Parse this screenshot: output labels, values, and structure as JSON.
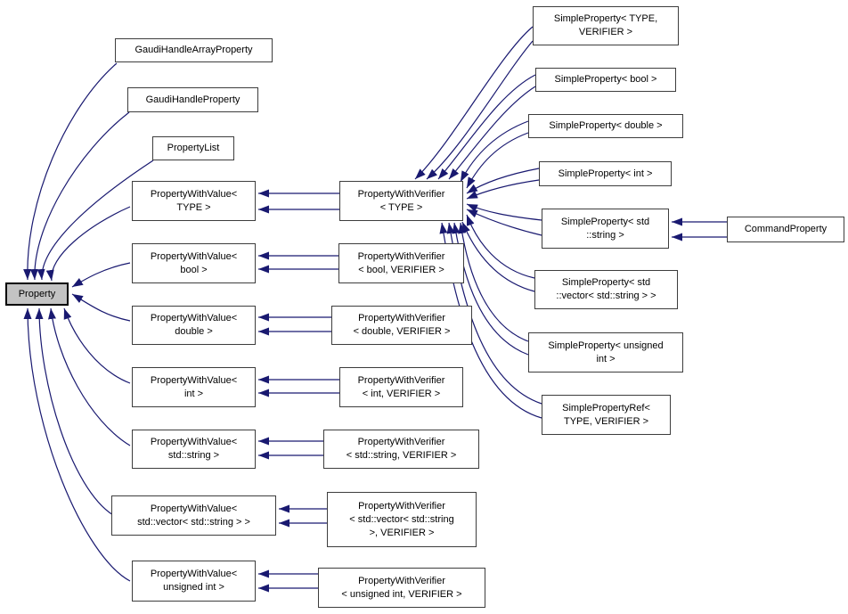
{
  "diagram": {
    "title": "Property class inheritance diagram",
    "edge_color": "#191970",
    "node_border_color": "#3d3d3d",
    "highlight_fill": "#c3c3c3",
    "background": "#ffffff",
    "nodes": {
      "property": {
        "label": "Property"
      },
      "gaudi_handle_array_property": {
        "lines": [
          "GaudiHandleArrayProperty"
        ]
      },
      "gaudi_handle_property": {
        "lines": [
          "GaudiHandleProperty"
        ]
      },
      "property_list": {
        "lines": [
          "PropertyList"
        ]
      },
      "pwv_type": {
        "lines": [
          "PropertyWithValue<",
          "TYPE >"
        ]
      },
      "pwv_bool": {
        "lines": [
          "PropertyWithValue<",
          "bool >"
        ]
      },
      "pwv_double": {
        "lines": [
          "PropertyWithValue<",
          "double >"
        ]
      },
      "pwv_int": {
        "lines": [
          "PropertyWithValue<",
          "int >"
        ]
      },
      "pwv_string": {
        "lines": [
          "PropertyWithValue<",
          "std::string >"
        ]
      },
      "pwv_vector": {
        "lines": [
          "PropertyWithValue<",
          "std::vector< std::string > >"
        ]
      },
      "pwv_uint": {
        "lines": [
          "PropertyWithValue<",
          "unsigned int >"
        ]
      },
      "pwverif_type": {
        "lines": [
          "PropertyWithVerifier",
          "< TYPE >"
        ]
      },
      "pwverif_bool": {
        "lines": [
          "PropertyWithVerifier",
          "< bool, VERIFIER >"
        ]
      },
      "pwverif_double": {
        "lines": [
          "PropertyWithVerifier",
          "< double, VERIFIER >"
        ]
      },
      "pwverif_int": {
        "lines": [
          "PropertyWithVerifier",
          "< int, VERIFIER >"
        ]
      },
      "pwverif_string": {
        "lines": [
          "PropertyWithVerifier",
          "< std::string, VERIFIER >"
        ]
      },
      "pwverif_vector": {
        "lines": [
          "PropertyWithVerifier",
          "< std::vector< std::string",
          ">, VERIFIER >"
        ]
      },
      "pwverif_uint": {
        "lines": [
          "PropertyWithVerifier",
          "< unsigned int, VERIFIER >"
        ]
      },
      "sp_type": {
        "lines": [
          "SimpleProperty< TYPE,",
          "VERIFIER >"
        ]
      },
      "sp_bool": {
        "lines": [
          "SimpleProperty< bool >"
        ]
      },
      "sp_double": {
        "lines": [
          "SimpleProperty< double >"
        ]
      },
      "sp_int": {
        "lines": [
          "SimpleProperty< int >"
        ]
      },
      "sp_string": {
        "lines": [
          "SimpleProperty< std",
          "::string >"
        ]
      },
      "sp_vector": {
        "lines": [
          "SimpleProperty< std",
          "::vector< std::string > >"
        ]
      },
      "sp_uint": {
        "lines": [
          "SimpleProperty< unsigned",
          "int >"
        ]
      },
      "sp_ref": {
        "lines": [
          "SimplePropertyRef<",
          "TYPE, VERIFIER >"
        ]
      },
      "command_property": {
        "lines": [
          "CommandProperty"
        ]
      }
    }
  }
}
